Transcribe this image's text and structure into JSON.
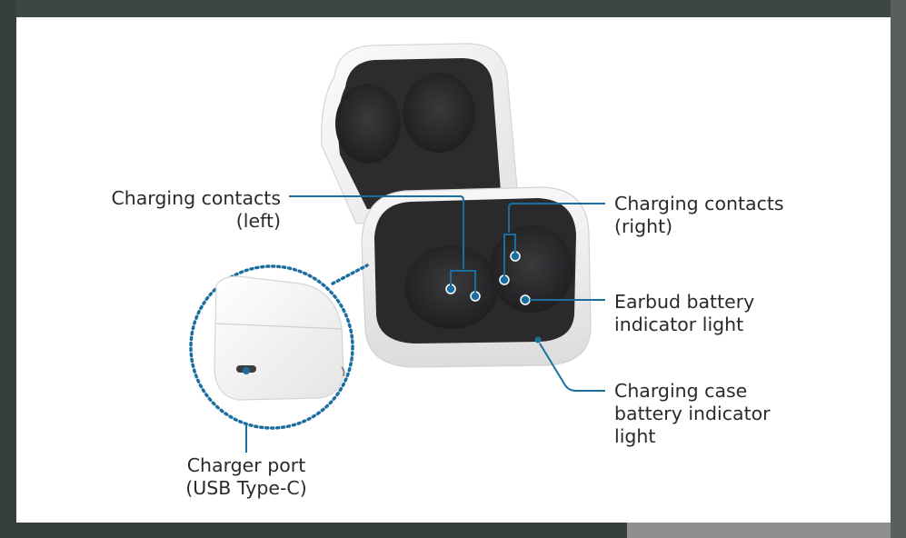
{
  "colors": {
    "callout": "#1a6fa0",
    "case_white": "#f2f2f2",
    "case_interior": "#2b2b2e",
    "panel": "#ffffff",
    "backdrop": "#2f3a38"
  },
  "labels": {
    "contacts_left": {
      "line1": "Charging contacts",
      "line2": "(left)"
    },
    "contacts_right": {
      "line1": "Charging contacts",
      "line2": "(right)"
    },
    "earbud_light": {
      "line1": "Earbud battery",
      "line2": "indicator light"
    },
    "case_light": {
      "line1": "Charging case",
      "line2": "battery indicator",
      "line3": "light"
    },
    "charger_port": {
      "line1": "Charger port",
      "line2": "(USB Type-C)"
    }
  }
}
